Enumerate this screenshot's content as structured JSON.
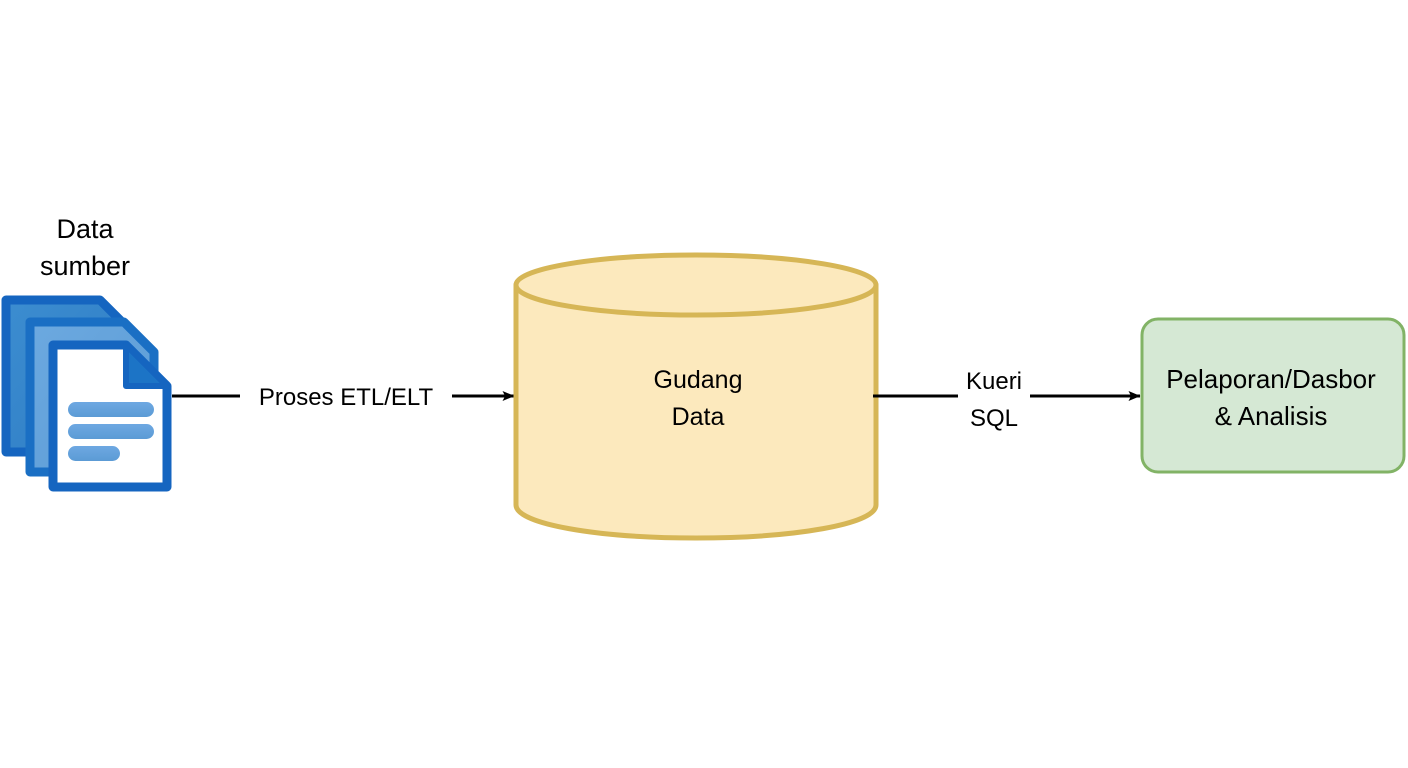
{
  "diagram": {
    "title": "Data Warehouse Flow Diagram",
    "background_color": "#ffffff",
    "nodes": [
      {
        "id": "data-sources",
        "kind": "icon-document-stack",
        "label_lines": [
          "Data",
          "sumber"
        ],
        "label_position": "above",
        "colors": {
          "border": "#1565C0",
          "fill_back": "#2E7CC4",
          "fill_mid": "#5B9BD5",
          "fill_front": "#FFFFFF",
          "lines": "#5B9BD5"
        }
      },
      {
        "id": "data-warehouse",
        "kind": "cylinder",
        "label_lines": [
          "Gudang",
          "Data"
        ],
        "colors": {
          "fill": "#FCE9BD",
          "border": "#D6B656"
        }
      },
      {
        "id": "reporting",
        "kind": "rounded-rect",
        "label_lines": [
          "Pelaporan/Dasbor",
          "& Analisis"
        ],
        "colors": {
          "fill": "#D5E8D4",
          "border": "#82B366"
        }
      }
    ],
    "edges": [
      {
        "id": "etl-edge",
        "from": "data-sources",
        "to": "data-warehouse",
        "label_lines": [
          "Proses ETL/ELT"
        ],
        "color": "#000000"
      },
      {
        "id": "sql-edge",
        "from": "data-warehouse",
        "to": "reporting",
        "label_lines": [
          "Kueri",
          "SQL"
        ],
        "color": "#000000"
      }
    ]
  }
}
